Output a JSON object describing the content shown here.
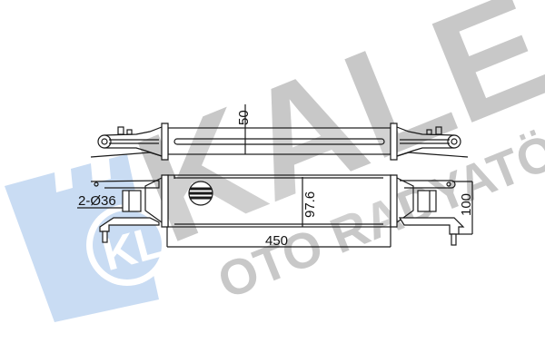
{
  "watermark": {
    "brand": "KALE",
    "subtitle": "OTO RADYATÖR",
    "logo_letters": "KL",
    "colors": {
      "gray": "#c8c8c8",
      "blue": "#c9dcf3"
    }
  },
  "drawing": {
    "line_color": "#1a1a1a",
    "top_view": {
      "dimension_label": "50"
    },
    "front_view": {
      "height_label": "97.6",
      "width_label": "450",
      "overall_height_label": "100",
      "port_label": "2-Ø36"
    }
  }
}
